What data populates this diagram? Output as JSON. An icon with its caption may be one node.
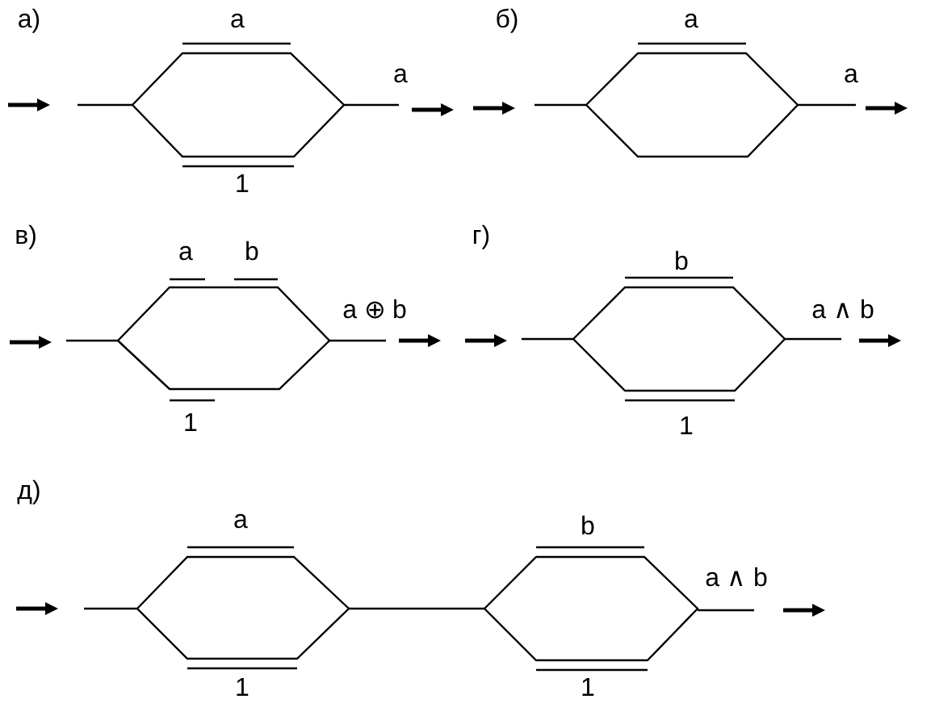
{
  "diagram": {
    "labels": [
      "а)",
      "a",
      "1",
      "a",
      "б)",
      "a",
      "a",
      "в)",
      "a",
      "b",
      "1",
      "a ⊕ b",
      "г)",
      "b",
      "1",
      "a ∧ b",
      "д)",
      "a",
      "1",
      "b",
      "1",
      "a ∧ b"
    ]
  }
}
